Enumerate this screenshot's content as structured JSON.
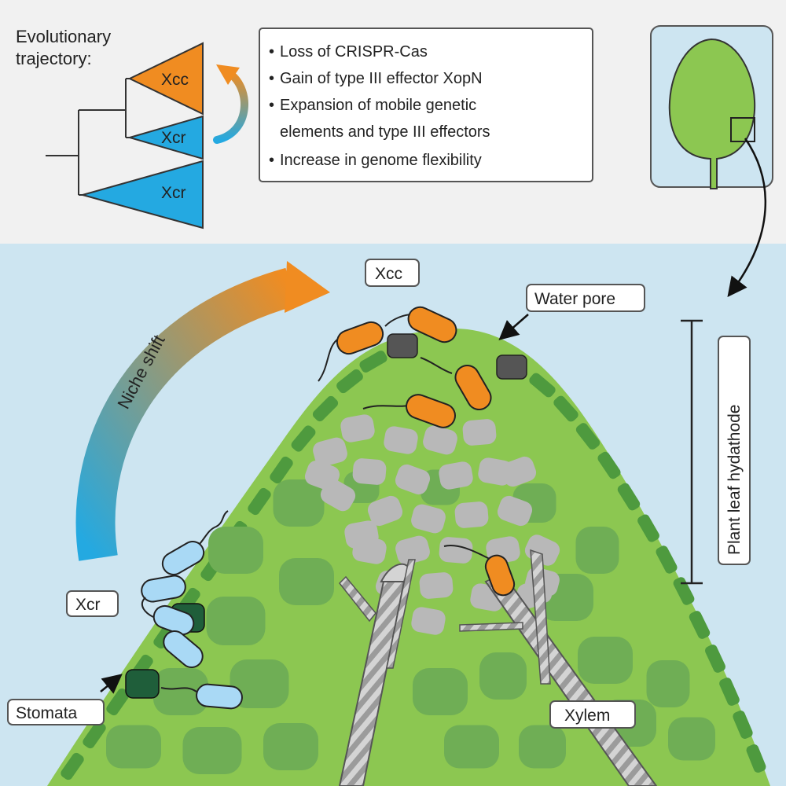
{
  "evolution": {
    "title_line1": "Evolutionary",
    "title_line2": "trajectory:",
    "clade_top": "Xcc",
    "clade_mid": "Xcr",
    "clade_bottom": "Xcr"
  },
  "changes": {
    "items": [
      "Loss of CRISPR-Cas",
      "Gain of type III effector XopN",
      "Expansion of mobile genetic",
      "elements and type III effectors",
      "Increase in genome flexibility"
    ]
  },
  "labels": {
    "xcc": "Xcc",
    "xcr": "Xcr",
    "water_pore": "Water pore",
    "stomata": "Stomata",
    "xylem": "Xylem",
    "niche_shift": "Niche shift",
    "hydathode": "Plant leaf hydathode"
  },
  "colors": {
    "xcc_orange": "#f08c21",
    "xcr_blue": "#24a9e1",
    "xcr_cell": "#a9d9f5",
    "leaf_green": "#8cc751",
    "cell_green": "#6fae55",
    "edge_cell": "#4e9a3e",
    "stomata": "#1f5e3a",
    "pore": "#555555",
    "gray_cell": "#b8b8b8",
    "bottom_bg": "#cde5f1",
    "top_bg": "#f1f1f1"
  }
}
